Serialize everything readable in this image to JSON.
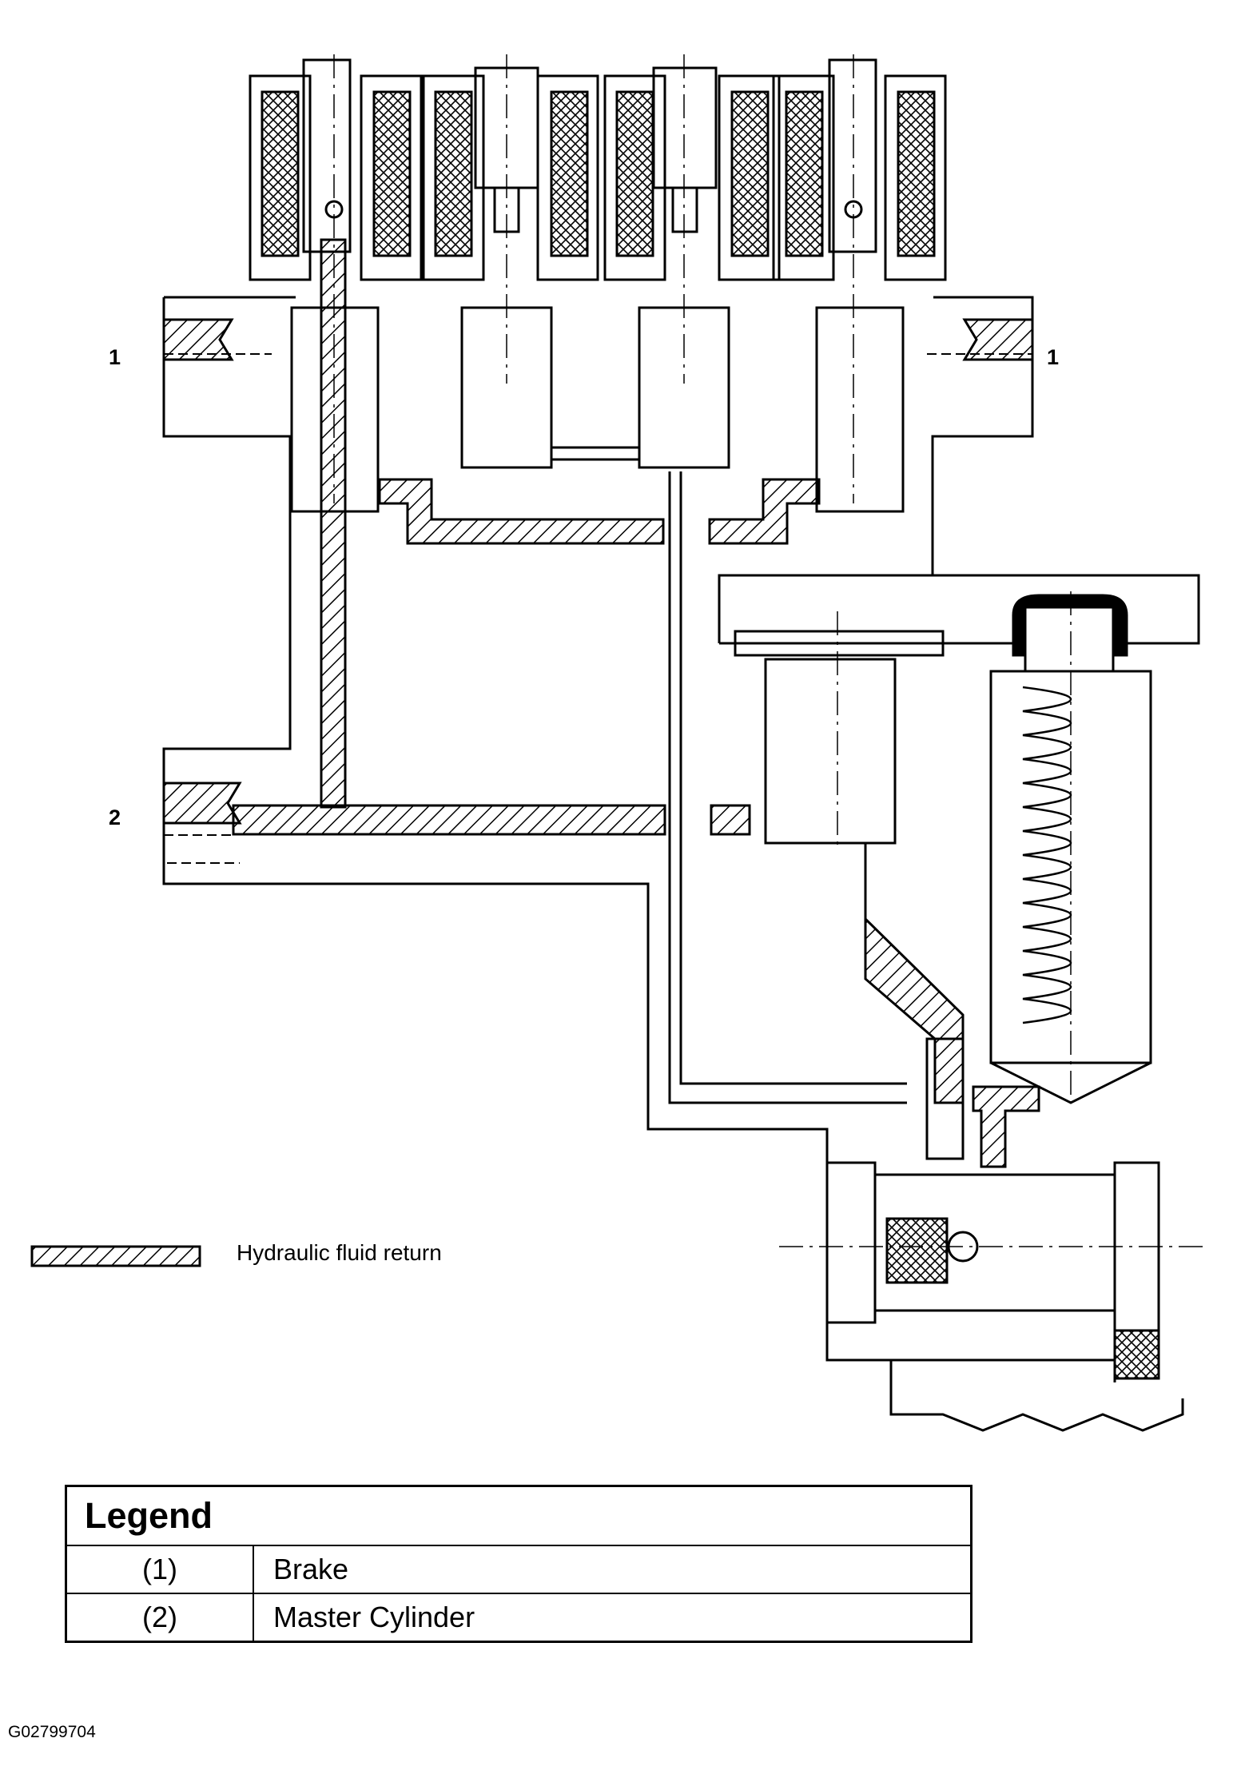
{
  "labels": {
    "brake_port_left": "1",
    "brake_port_right": "1",
    "master_cylinder_port": "2"
  },
  "key": {
    "hatch_text": "Hydraulic fluid return"
  },
  "legend": {
    "title": "Legend",
    "rows": [
      {
        "key": "(1)",
        "value": "Brake"
      },
      {
        "key": "(2)",
        "value": "Master Cylinder"
      }
    ]
  },
  "figure_code": "G02799704",
  "colors": {
    "ink": "#000000",
    "paper": "#ffffff"
  }
}
